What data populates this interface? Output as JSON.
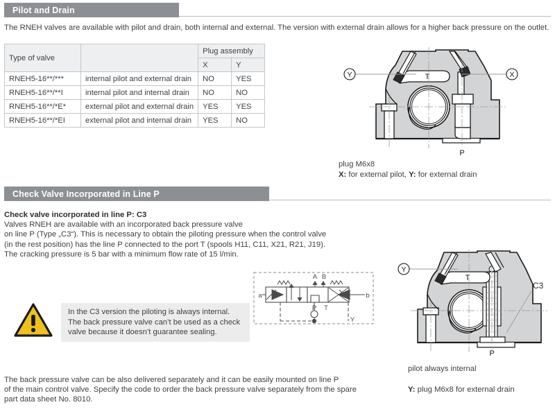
{
  "sections": {
    "pilot_drain": {
      "title": "Pilot and Drain",
      "intro": "The RNEH valves are available with pilot and drain, both internal and external. The version with external drain allows for a higher back pressure on the outlet."
    },
    "check_valve": {
      "title": "Check Valve Incorporated in Line P",
      "subtitle": "Check valve incorporated in line P: C3",
      "body_lines": [
        "Valves RNEH are available with an incorporated back pressure valve",
        "on line P (Type „C3“). This is necessary to obtain the piloting pressure when the control valve",
        "(in the rest position) has the line P connected to the port T (spools H11, C11, X21, R21, J19).",
        "The cracking pressure is 5 bar with a minimum flow rate of 15 l/min."
      ],
      "footer_lines": [
        "The back pressure valve can be also delivered separately and it can be easily mounted on line P",
        "of the main control valve. Specify the code to order the back pressure valve separately from the spare",
        "part data sheet No. 8010."
      ]
    }
  },
  "table": {
    "headers": {
      "type_of_valve": "Type of valve",
      "plug_assembly": "Plug assembly",
      "x": "X",
      "y": "Y"
    },
    "rows": [
      {
        "code": "RNEH5-16**/***",
        "description": "internal pilot and external drain",
        "x": "NO",
        "y": "YES"
      },
      {
        "code": "RNEH5-16**/**I",
        "description": "internal pilot and internal drain",
        "x": "NO",
        "y": "NO"
      },
      {
        "code": "RNEH5-16**/*E*",
        "description": "external pilot and external drain",
        "x": "YES",
        "y": "YES"
      },
      {
        "code": "RNEH5-16**/*EI",
        "description": "external pilot and internal drain",
        "x": "YES",
        "y": "NO"
      }
    ]
  },
  "diagram_top": {
    "label_y": "Y",
    "label_x": "X",
    "label_t": "T",
    "label_p": "P",
    "caption_line1": "plug M6x8",
    "caption_x_label": "X:",
    "caption_x_text": " for external pilot, ",
    "caption_y_label": "Y:",
    "caption_y_text": " for external drain"
  },
  "diagram_bottom": {
    "label_y": "Y",
    "label_t": "T",
    "label_p": "P",
    "label_c3": "C3",
    "caption_line1": "pilot always internal",
    "caption_y_label": "Y:",
    "caption_y_text": " plug M6x8 for external drain"
  },
  "schematic": {
    "label_a": "a",
    "label_b": "b",
    "label_A": "A",
    "label_B": "B",
    "label_P": "P",
    "label_T": "T",
    "label_Y": "Y"
  },
  "warning": {
    "lines": [
      "In the C3 version the piloting is always internal.",
      "The back pressure valve can’t be used as a check",
      "valve because it doesn’t guarantee sealing."
    ]
  },
  "colors": {
    "header_bar": "#8c8f94",
    "table_header_bg": "#edeff1",
    "warning_triangle": "#f0c01b",
    "warning_bg": "#ececec",
    "body_fill": "#d3d4d6"
  }
}
